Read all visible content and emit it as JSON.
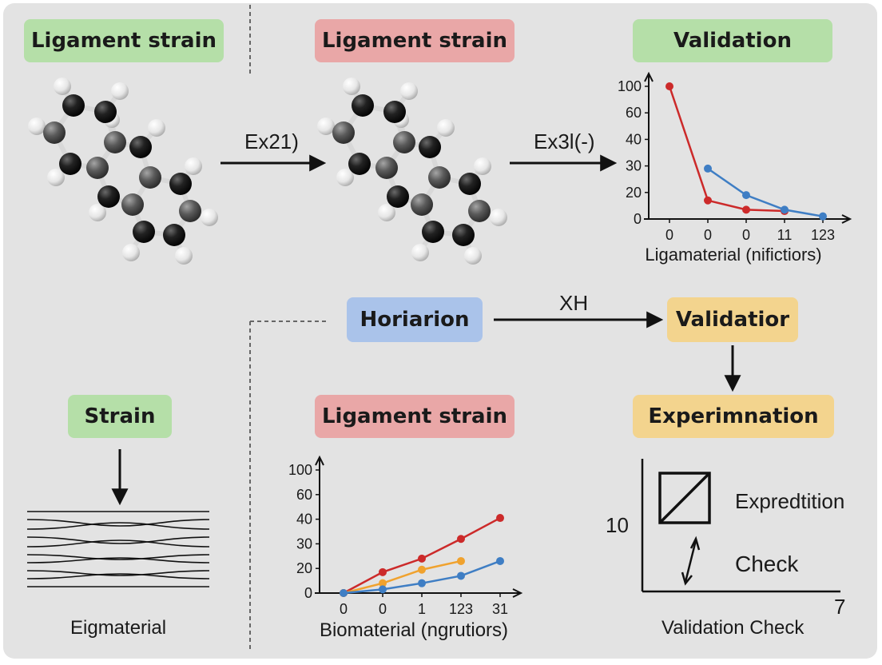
{
  "labels": {
    "top_left": "Ligament strain",
    "top_middle": "Ligament strain",
    "top_right": "Validation",
    "horiarion": "Horiarion",
    "validation2": "Validatior",
    "strain": "Strain",
    "bottom_middle": "Ligament strain",
    "experimnation": "Experimnation"
  },
  "arrows": {
    "ex1": "Ex21)",
    "ex2": "Ex3l(-)",
    "xh": "XH"
  },
  "bottom_left_caption": "Eigmaterial",
  "expredtition": {
    "y_value": "10",
    "x_value": "7",
    "box_label": "Expredtition",
    "check_label": "Check",
    "caption": "Validation Check"
  },
  "colors": {
    "red": "#cc2a2a",
    "blue": "#3f7ec4",
    "orange": "#f0a22e",
    "green_label": "#b5dfa8",
    "red_label": "#e9a7a7",
    "blue_label": "#aac3ea",
    "yellow_label": "#f3d48e"
  },
  "chart_data": [
    {
      "type": "line",
      "xlabel": "Ligamaterial (nifictiors)",
      "ylabel": "",
      "x_ticks": [
        "0",
        "0",
        "0",
        "11",
        "123"
      ],
      "y_ticks": [
        "0",
        "20",
        "30",
        "40",
        "60",
        "100"
      ],
      "series": [
        {
          "color": "#cc2a2a",
          "values": [
            100,
            14,
            7,
            6
          ]
        },
        {
          "color": "#3f7ec4",
          "values": [
            29,
            18,
            7,
            2
          ],
          "x_start_index": 1
        }
      ]
    },
    {
      "type": "line",
      "xlabel": "Biomaterial (ngrutiors)",
      "ylabel": "",
      "x_ticks": [
        "0",
        "0",
        "1",
        "123",
        "31"
      ],
      "y_ticks": [
        "0",
        "20",
        "30",
        "40",
        "60",
        "100"
      ],
      "series": [
        {
          "color": "#cc2a2a",
          "values": [
            0,
            17,
            24,
            32,
            41
          ]
        },
        {
          "color": "#f0a22e",
          "values": [
            0,
            8,
            19,
            23
          ]
        },
        {
          "color": "#3f7ec4",
          "values": [
            0,
            3,
            8,
            14,
            23
          ]
        }
      ]
    }
  ]
}
